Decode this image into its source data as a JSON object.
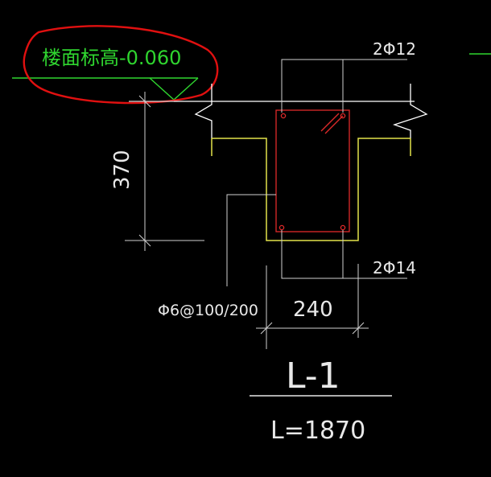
{
  "drawing": {
    "elevation_label": "楼面标高-0.060",
    "top_rebar": "2Φ12",
    "bottom_rebar": "2Φ14",
    "stirrup": "Φ6@100/200",
    "height_dim": "370",
    "width_dim": "240",
    "beam_id": "L-1",
    "beam_length": "L=1870"
  },
  "colors": {
    "background": "#000000",
    "slab_outline": "#ffffff",
    "beam_outline": "#e3e34a",
    "rebar_cage": "#e02a2a",
    "elevation_text": "#2fd52f",
    "annotation_text": "#e8e8e8",
    "highlight_circle": "#e01010"
  }
}
